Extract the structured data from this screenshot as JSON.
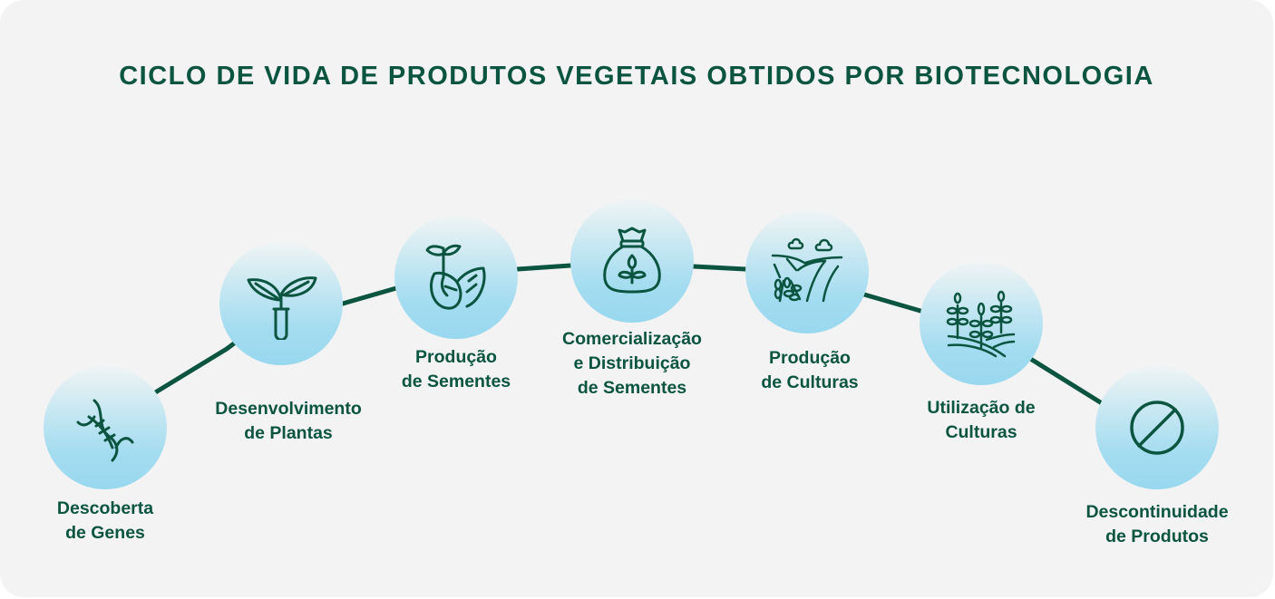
{
  "title": "CICLO DE VIDA DE PRODUTOS VEGETAIS OBTIDOS POR BIOTECNOLOGIA",
  "colors": {
    "dark_green": "#0b5440",
    "circle_light": "#f0f4f4",
    "circle_blue": "#98d8ef",
    "background": "#f2f3f2"
  },
  "stages": [
    {
      "label": "Descoberta\nde Genes",
      "icon": "dna-icon"
    },
    {
      "label": "Desenvolvimento\nde Plantas",
      "icon": "test-tube-plant-icon"
    },
    {
      "label": "Produção\nde Sementes",
      "icon": "seed-sprout-icon"
    },
    {
      "label": "Comercialização\ne  Distribuição\nde Sementes",
      "icon": "seed-bag-icon"
    },
    {
      "label": "Produção\nde Culturas",
      "icon": "field-crops-icon"
    },
    {
      "label": "Utilização de\nCulturas",
      "icon": "crops-icon"
    },
    {
      "label": "Descontinuidade\nde Produtos",
      "icon": "prohibited-icon"
    }
  ]
}
